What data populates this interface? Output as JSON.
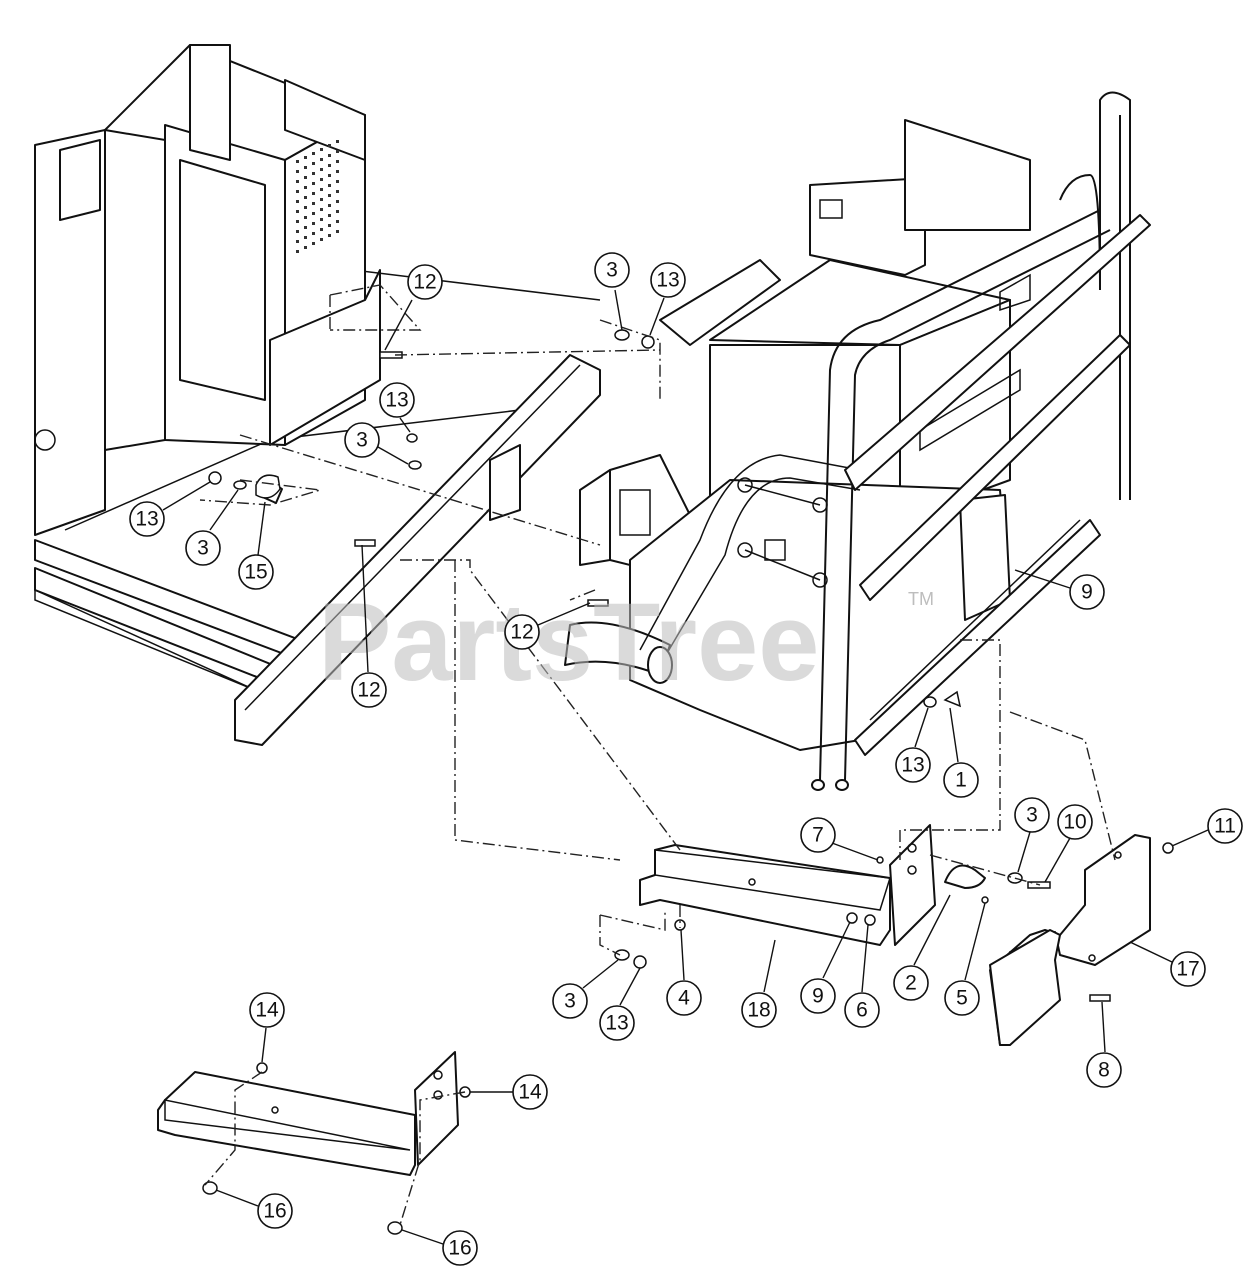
{
  "watermark": {
    "text": "PartsTree",
    "trademark": "TM"
  },
  "callouts": [
    {
      "label": "12"
    },
    {
      "label": "3"
    },
    {
      "label": "13"
    },
    {
      "label": "13"
    },
    {
      "label": "3"
    },
    {
      "label": "13"
    },
    {
      "label": "3"
    },
    {
      "label": "15"
    },
    {
      "label": "12"
    },
    {
      "label": "12"
    },
    {
      "label": "9"
    },
    {
      "label": "13"
    },
    {
      "label": "1"
    },
    {
      "label": "7"
    },
    {
      "label": "3"
    },
    {
      "label": "10"
    },
    {
      "label": "11"
    },
    {
      "label": "3"
    },
    {
      "label": "13"
    },
    {
      "label": "4"
    },
    {
      "label": "18"
    },
    {
      "label": "9"
    },
    {
      "label": "6"
    },
    {
      "label": "2"
    },
    {
      "label": "5"
    },
    {
      "label": "17"
    },
    {
      "label": "8"
    },
    {
      "label": "14"
    },
    {
      "label": "14"
    },
    {
      "label": "16"
    },
    {
      "label": "16"
    }
  ]
}
